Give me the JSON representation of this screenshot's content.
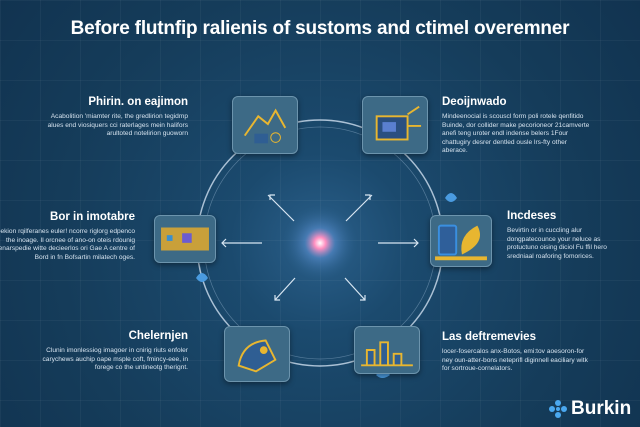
{
  "title": "Before flutnfip ralienis of sustoms and ctimel overemner",
  "sections": [
    {
      "heading": "Phirin. on eajimon",
      "body": "Acabolition 'miamter rite, the gredlirion tegidmp alues end viosiquers cci raterlages mein halifors arultoted notelirion guoworn"
    },
    {
      "heading": "Bor in imotabre",
      "body": "Boekion rqilferanes euler! ncorre riglorg edpenco the inoage. Il orcnee of ano-on oteis rdounig enarspedie witte decieerlos ori Gae A centre of Bord in fn Bofsartin milatech oges."
    },
    {
      "heading": "Chelernjen",
      "body": "Clunin imonlessiog imagoer in cnirig riuts enfoler carychews auchip oape msple coft, fmincy-eee, in forege co the untineotg therignt."
    },
    {
      "heading": "Deoijnwado",
      "body": "Mindeenocial is scouscl form poli rotele qenfitido Buinde, dor collider make pecorioneor 21camverte anefi teng uroter endl indense belers 1Four chattugiry desrer dentled ousle lrs-fty other aberace."
    },
    {
      "heading": "Incdeses",
      "body": "Bevirtin or in cuccling alur dongpatecounce your neluce as protuctuno oising diciol Fu ffil hero sredniaal roaforing fomorices."
    },
    {
      "heading": "Las deftremevies",
      "body": "locer-fosercalos anx-Botos, emi:tov aoesoron-for ney oun-atter-bons neteprifl diginnell eaciliary witk for sortroue-cornelators."
    }
  ],
  "logo": {
    "text": "Burkin"
  },
  "colors": {
    "accent": "#e8b630",
    "glow": "#ff7fb0",
    "ring": "#cfe0f0"
  }
}
